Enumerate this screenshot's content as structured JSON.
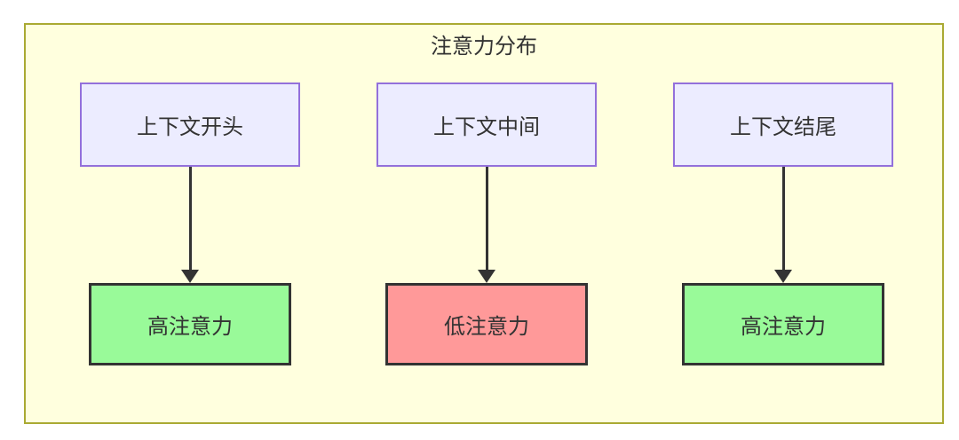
{
  "diagram": {
    "title": "注意力分布",
    "columns": [
      {
        "source_label": "上下文开头",
        "target_label": "高注意力",
        "level": "high"
      },
      {
        "source_label": "上下文中间",
        "target_label": "低注意力",
        "level": "low"
      },
      {
        "source_label": "上下文结尾",
        "target_label": "高注意力",
        "level": "high"
      }
    ],
    "colors": {
      "cluster_fill": "#ffffde",
      "cluster_border": "#aaaa33",
      "node_fill": "#ececff",
      "node_border": "#9370db",
      "high_fill": "#99fa99",
      "low_fill": "#ff9999",
      "result_border": "#333333",
      "arrow_color": "#333333",
      "text_color": "#333333"
    }
  }
}
